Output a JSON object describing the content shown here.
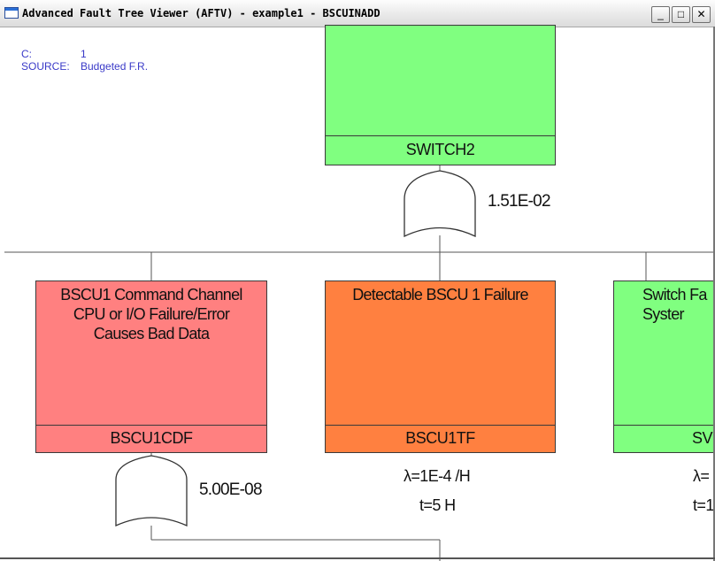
{
  "window": {
    "title": "Advanced Fault Tree Viewer (AFTV) - example1 - BSCUINADD",
    "controls": {
      "minimize": "_",
      "maximize": "□",
      "close": "✕"
    }
  },
  "info": {
    "c_label": "C:",
    "c_value": "1",
    "source_label": "SOURCE:",
    "source_value": "Budgeted F.R."
  },
  "nodes": {
    "top": {
      "id": "SWITCH2",
      "color": "#80ff80"
    },
    "left": {
      "description": "BSCU1 Command Channel CPU or I/O Failure/Error Causes Bad Data",
      "id": "BSCU1CDF",
      "color": "#ff8080"
    },
    "middle": {
      "description": "Detectable BSCU 1 Failure",
      "id": "BSCU1TF",
      "color": "#ff8040",
      "lambda": "λ=1E-4 /H",
      "time": "t=5 H"
    },
    "right": {
      "description": "Switch Fa Syster",
      "id": "SV",
      "color": "#80ff80",
      "lambda": "λ=",
      "time": "t=1"
    }
  },
  "gates": {
    "top_gate": {
      "probability": "1.51E-02"
    },
    "left_gate": {
      "probability": "5.00E-08"
    }
  }
}
